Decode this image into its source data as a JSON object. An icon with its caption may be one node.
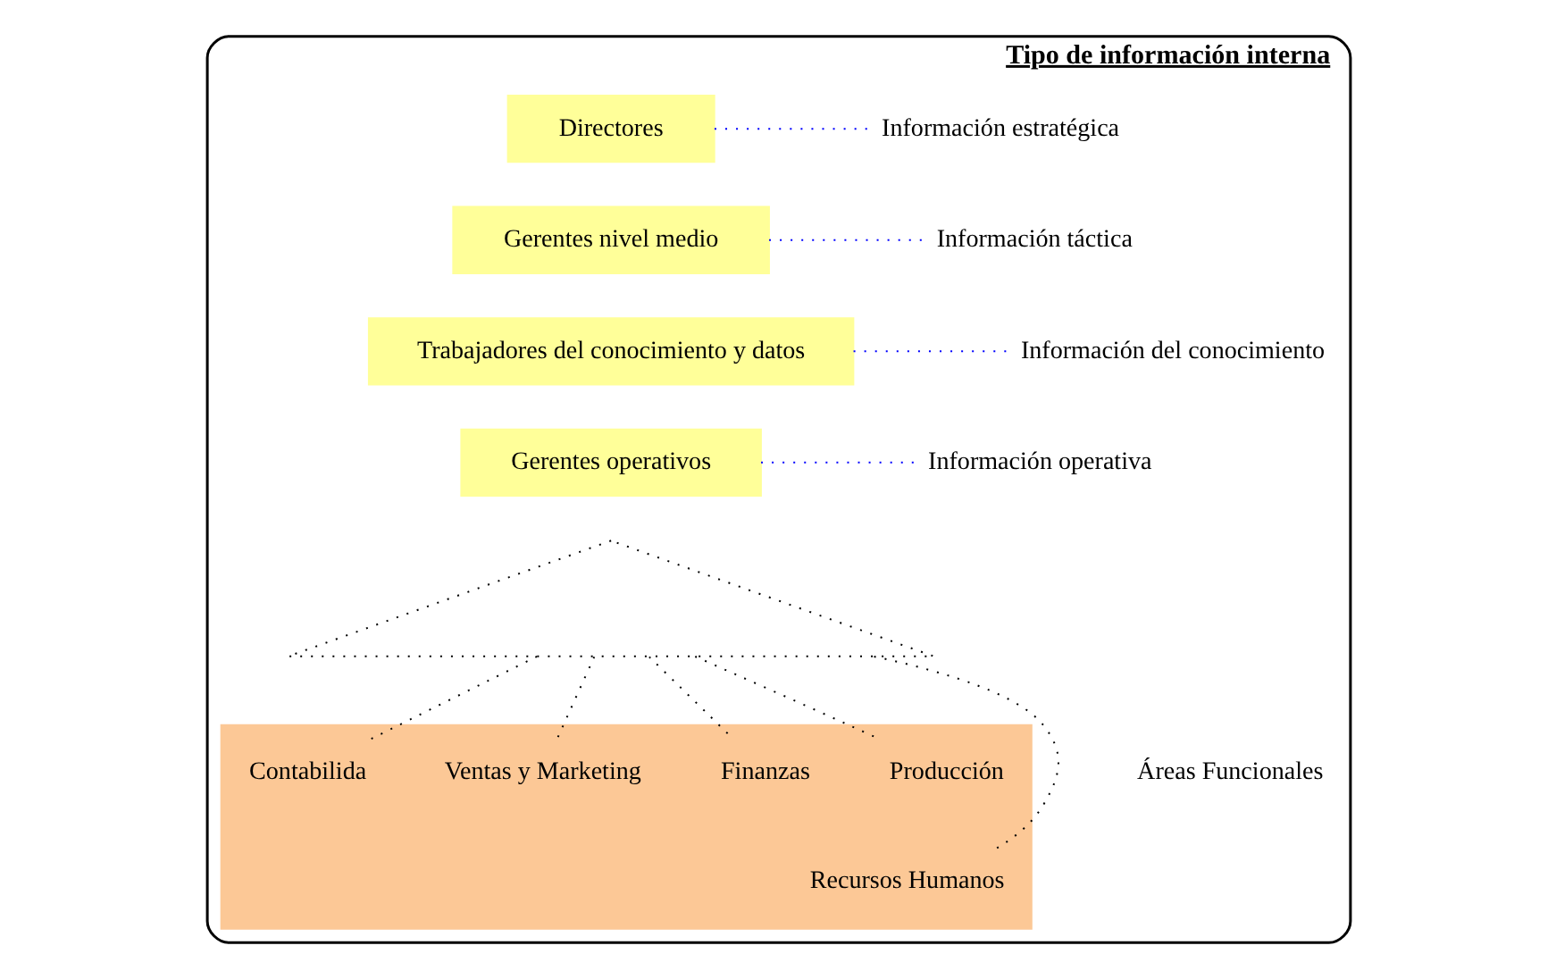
{
  "diagram": {
    "nodes": [
      {
        "text": [
          "Tipo de información interna"
        ]
      },
      {
        "text": [],
        "shape": "triangle",
        "in": 0
      },
      {
        "text": [
          "Directores"
        ],
        "in": 0
      },
      {
        "text": [
          "Gerentes nivel medio"
        ],
        "in": 0
      },
      {
        "text": [
          "Trabajadores del conocimiento y datos"
        ],
        "in": 0
      },
      {
        "text": [
          "Gerentes operativos"
        ],
        "in": 0
      },
      {
        "text": [
          "Información estratégica"
        ],
        "in": 0
      },
      {
        "text": [
          "Información táctica"
        ],
        "in": 0
      },
      {
        "text": [
          "Información del conocimiento"
        ],
        "in": 0
      },
      {
        "text": [
          "Información operativa"
        ],
        "in": 0
      },
      {
        "text": [],
        "shape": "box",
        "in": 0
      },
      {
        "text": [
          "Producción"
        ],
        "in": 10
      },
      {
        "text": [
          "Finanzas"
        ],
        "in": 10
      },
      {
        "text": [
          "Ventas y Marketing"
        ],
        "in": 10
      },
      {
        "text": [
          "Contabilida"
        ],
        "in": 10
      },
      {
        "text": [
          "Recursos Humanos"
        ],
        "in": 10
      }
    ],
    "edges": [
      {
        "from": 2,
        "to": 6,
        "arrow": "none",
        "style": "dashed",
        "color": "#0000ff"
      },
      {
        "from": 3,
        "to": 7,
        "arrow": "none",
        "style": "dashed",
        "color": "#0000ff"
      },
      {
        "from": 4,
        "to": 8,
        "arrow": "none",
        "style": "dashed",
        "color": "#0000ff"
      },
      {
        "from": 5,
        "to": 9,
        "arrow": "none",
        "style": "dashed",
        "color": "#0000ff"
      },
      {
        "from": 1,
        "to": 11,
        "arrow": "none",
        "style": "dashed"
      },
      {
        "from": 1,
        "to": 12,
        "arrow": "none",
        "style": "dashed"
      },
      {
        "from": 1,
        "to": 13,
        "arrow": "none",
        "style": "dashed"
      },
      {
        "from": 1,
        "to": 14,
        "arrow": "none",
        "style": "dashed"
      },
      {
        "from": 1,
        "to": 15,
        "arrow": "none",
        "style": "dashed"
      }
    ],
    "labels": [
      "Áreas Funcionales"
    ]
  }
}
